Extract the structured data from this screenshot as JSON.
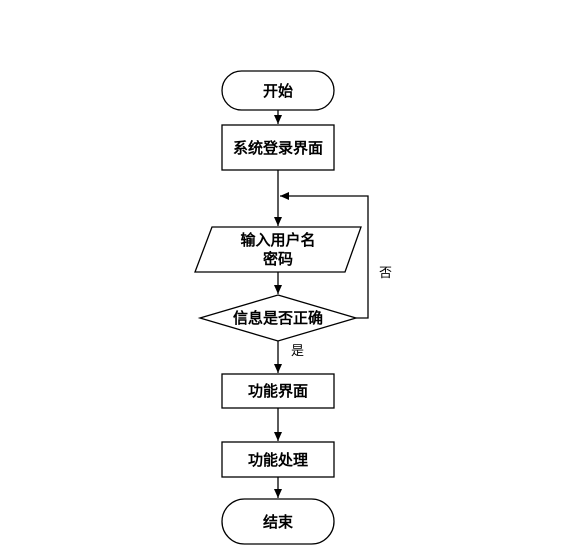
{
  "diagram": {
    "nodes": {
      "start": "开始",
      "login": "系统登录界面",
      "input_line1": "输入用户名",
      "input_line2": "密码",
      "check": "信息是否正确",
      "func_ui": "功能界面",
      "func_proc": "功能处理",
      "end": "结束"
    },
    "edges": {
      "no": "否",
      "yes": "是"
    }
  }
}
